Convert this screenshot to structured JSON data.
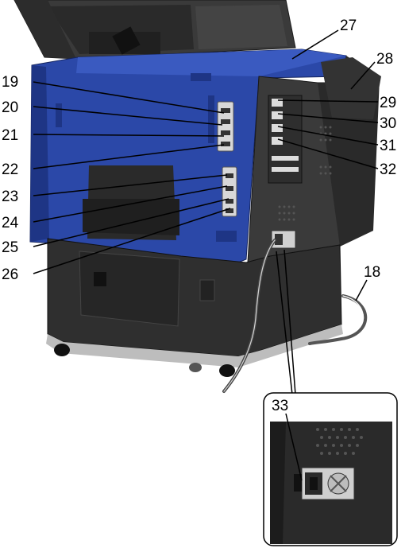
{
  "colors": {
    "panel_blue": "#2b48a8",
    "panel_blue_dark": "#1e3585",
    "body_dark": "#2a2a2a",
    "body_mid": "#3a3a3a",
    "line": "#000000",
    "background": "#ffffff"
  },
  "callouts": {
    "n18": "18",
    "n19": "19",
    "n20": "20",
    "n21": "21",
    "n22": "22",
    "n23": "23",
    "n24": "24",
    "n25": "25",
    "n26": "26",
    "n27": "27",
    "n28": "28",
    "n29": "29",
    "n30": "30",
    "n31": "31",
    "n32": "32",
    "n33": "33"
  }
}
